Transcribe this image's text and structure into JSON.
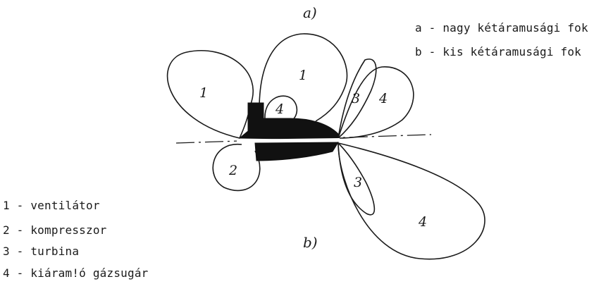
{
  "captions": {
    "a": "a)",
    "b": "b)"
  },
  "legend_ab": [
    "a - nagy kétáramusági fok",
    "b - kis kétáramusági fok"
  ],
  "legend_numbers": [
    "1 - ventilátor",
    "2 - kompresszor",
    "3 - turbina",
    "4 - kiáram!ó gázsugár"
  ],
  "lobe_labels": {
    "fan_left": "1",
    "fan_top": "1",
    "compressor": "2",
    "exhaust_small": "4",
    "turbine_upper": "3",
    "exhaust_upper": "4",
    "turbine_lower": "3",
    "exhaust_lower": "4"
  },
  "colors": {
    "ink": "#1a1a1a",
    "background": "#ffffff"
  }
}
